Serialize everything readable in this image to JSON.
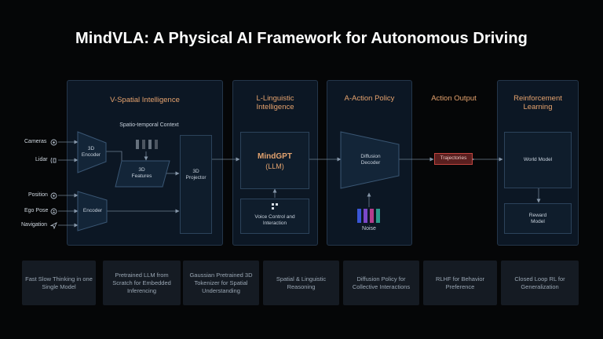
{
  "title": "MindVLA: A Physical AI Framework for Autonomous Driving",
  "sections": {
    "v_spatial": "V-Spatial Intelligence",
    "l_linguistic": "L-Linguistic Intelligence",
    "a_action": "A-Action Policy",
    "action_output": "Action Output",
    "rl": "Reinforcement Learning"
  },
  "inputs": {
    "cameras": "Cameras",
    "lidar": "Lidar",
    "position": "Position",
    "ego_pose": "Ego Pose",
    "navigation": "Navigation"
  },
  "blocks": {
    "spatio_temporal_context": "Spatio-temporal Context",
    "encoder_3d": "3D Encoder",
    "features_3d": "3D Features",
    "projector_3d": "3D Projector",
    "encoder": "Encoder",
    "mindgpt": "MindGPT",
    "llm": "(LLM)",
    "voice_control": "Voice Control and Interaction",
    "diffusion_decoder": "Diffusion Decoder",
    "noise": "Noise",
    "trajectories": "Trajectories",
    "world_model": "World Model",
    "reward_model": "Reward Model"
  },
  "features": [
    "Fast Slow Thinking in one Single Model",
    "Pretrained LLM from Scratch for Embedded Inferencing",
    "Gaussian Pretrained 3D Tokenizer for Spatial Understanding",
    "Spatial & Linguistic Reasoning",
    "Diffusion Policy for Collective Interactions",
    "RLHF for Behavior Preference",
    "Closed Loop RL for Generalization"
  ],
  "icons": {
    "camera": "camera-icon",
    "lidar": "lidar-icon",
    "position": "location-pin-icon",
    "ego_pose": "car-icon",
    "navigation": "navigation-arrow-icon",
    "voice": "voice-control-icon"
  },
  "colors": {
    "accent": "#e6a36e",
    "mindgpt": "#e3a36f",
    "trajectories_fill": "#5a1f1f",
    "trajectories_border": "#c2453f",
    "noise_1": "#3a56d6",
    "noise_2": "#7a48c8",
    "noise_3": "#b43d8c",
    "noise_4": "#2b9a8a"
  }
}
